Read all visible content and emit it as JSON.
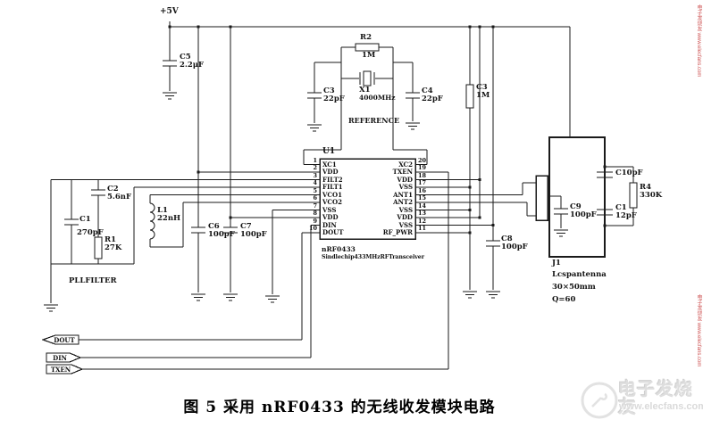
{
  "power": {
    "label": "+5V"
  },
  "caption": "图 5  采用 nRF0433 的无线收发模块电路",
  "chip": {
    "refdes": "U1",
    "part_number": "nRF0433",
    "subtitle": "Sindlechip433MHzRFTransceiver",
    "left_pins": [
      {
        "num": "1",
        "name": "XC1"
      },
      {
        "num": "2",
        "name": "VDD"
      },
      {
        "num": "3",
        "name": "FILT2"
      },
      {
        "num": "4",
        "name": "FILT1"
      },
      {
        "num": "5",
        "name": "VCO1"
      },
      {
        "num": "6",
        "name": "VCO2"
      },
      {
        "num": "7",
        "name": "VSS"
      },
      {
        "num": "8",
        "name": "VDD"
      },
      {
        "num": "9",
        "name": "DIN"
      },
      {
        "num": "10",
        "name": "DOUT"
      }
    ],
    "right_pins": [
      {
        "num": "20",
        "name": "XC2"
      },
      {
        "num": "19",
        "name": "TXEN"
      },
      {
        "num": "18",
        "name": "VDD"
      },
      {
        "num": "17",
        "name": "VSS"
      },
      {
        "num": "16",
        "name": "ANT1"
      },
      {
        "num": "15",
        "name": "ANT2"
      },
      {
        "num": "14",
        "name": "VSS"
      },
      {
        "num": "13",
        "name": "VDD"
      },
      {
        "num": "12",
        "name": "VSS"
      },
      {
        "num": "11",
        "name": "RF_PWR"
      }
    ]
  },
  "reference_osc": {
    "block_label": "REFERENCE",
    "r2": {
      "refdes": "R2",
      "value": "1M"
    },
    "x1": {
      "refdes": "X1",
      "value": "4000MHz"
    },
    "c3": {
      "refdes": "C3",
      "value": "22pF"
    },
    "c4": {
      "refdes": "C4",
      "value": "22pF"
    }
  },
  "pll_filter": {
    "block_label": "PLLFILTER",
    "c2": {
      "refdes": "C2",
      "value": "5.6nF"
    },
    "c1": {
      "refdes": "C1",
      "value": "270pF"
    },
    "r1": {
      "refdes": "R1",
      "value": "27K"
    }
  },
  "vco": {
    "l1": {
      "refdes": "L1",
      "value": "22nH"
    }
  },
  "decoupling": {
    "c5": {
      "refdes": "C5",
      "value": "2.2μF"
    },
    "c6": {
      "refdes": "C6",
      "value": "100pF"
    },
    "c7": {
      "refdes": "C7",
      "value": "100pF"
    },
    "c8": {
      "refdes": "C8",
      "value": "100pF"
    },
    "r3": {
      "refdes": "C3",
      "value": "1M"
    }
  },
  "antenna": {
    "refdes": "J1",
    "type": "Lcspantenna",
    "size": "30×50mm",
    "q_factor": "Q=60",
    "c9": {
      "refdes": "C9",
      "value": "100pF"
    },
    "c10": {
      "label": "C10pF"
    },
    "c11": {
      "refdes": "C1",
      "value": "12pF"
    },
    "r4": {
      "refdes": "R4",
      "value": "330K"
    }
  },
  "io_flags": [
    {
      "label": "DOUT"
    },
    {
      "label": "DIN"
    },
    {
      "label": "TXEN"
    }
  ],
  "watermark": {
    "site_name": "电子发烧友",
    "site_url": "www.elecfans.com"
  },
  "colors": {
    "wire": "#1a1a1a",
    "watermark_gray": "#dedede",
    "watermark_red": "#c84040"
  }
}
